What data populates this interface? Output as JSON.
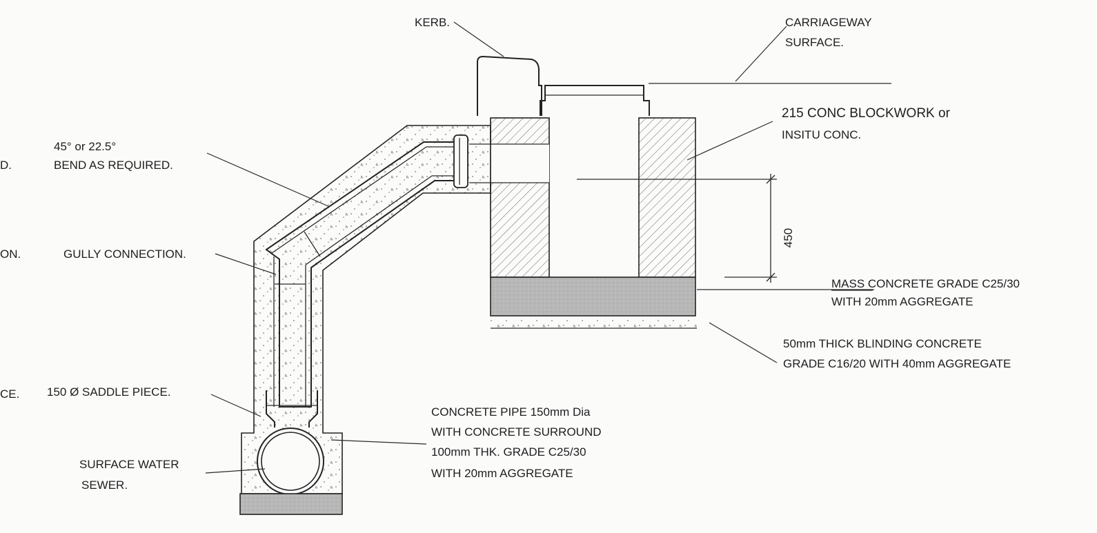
{
  "labels": {
    "kerb": "KERB.",
    "carriageway_1": "CARRIAGEWAY",
    "carriageway_2": "SURFACE.",
    "blockwork_1": "215 CONC BLOCKWORK or",
    "blockwork_2": "INSITU CONC.",
    "bend_1": "45° or 22.5°",
    "bend_2": "BEND AS REQUIRED.",
    "gully": "GULLY CONNECTION.",
    "mass_1": "MASS CONCRETE GRADE C25/30",
    "mass_2": "WITH 20mm AGGREGATE",
    "blinding_1": "50mm THICK BLINDING CONCRETE",
    "blinding_2": "GRADE C16/20 WITH 40mm AGGREGATE",
    "saddle": "150 Ø SADDLE PIECE.",
    "pipe_1": "CONCRETE PIPE 150mm Dia",
    "pipe_2": "WITH CONCRETE SURROUND",
    "pipe_3": "100mm THK. GRADE C25/30",
    "pipe_4": "WITH 20mm AGGREGATE",
    "sewer_1": "SURFACE WATER",
    "sewer_2": "SEWER.",
    "cut_d": "D.",
    "cut_on": "ON.",
    "cut_ce": "CE."
  },
  "dimension": {
    "value": "450"
  },
  "colors": {
    "line": "#2a2a2a",
    "concrete_fill": "#b9b9b9",
    "paper": "#fbfbfa"
  }
}
